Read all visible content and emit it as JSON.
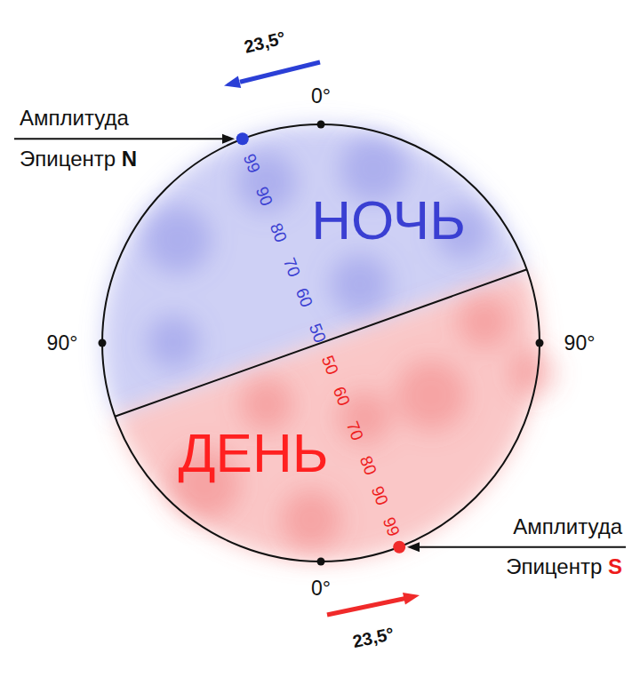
{
  "diagram": {
    "labels": [
      "23,5°",
      "0°",
      "Амплитуда",
      "Эпицентр",
      "N",
      "99",
      "90",
      "80",
      "70",
      "60",
      "НОЧЬ",
      "90°",
      "50",
      "50",
      "90°",
      "60",
      "70",
      "80",
      "ДЕНЬ",
      "90",
      "99",
      "Амплитуда",
      "Эпицентр",
      "S",
      "0°",
      "23,5°"
    ]
  }
}
